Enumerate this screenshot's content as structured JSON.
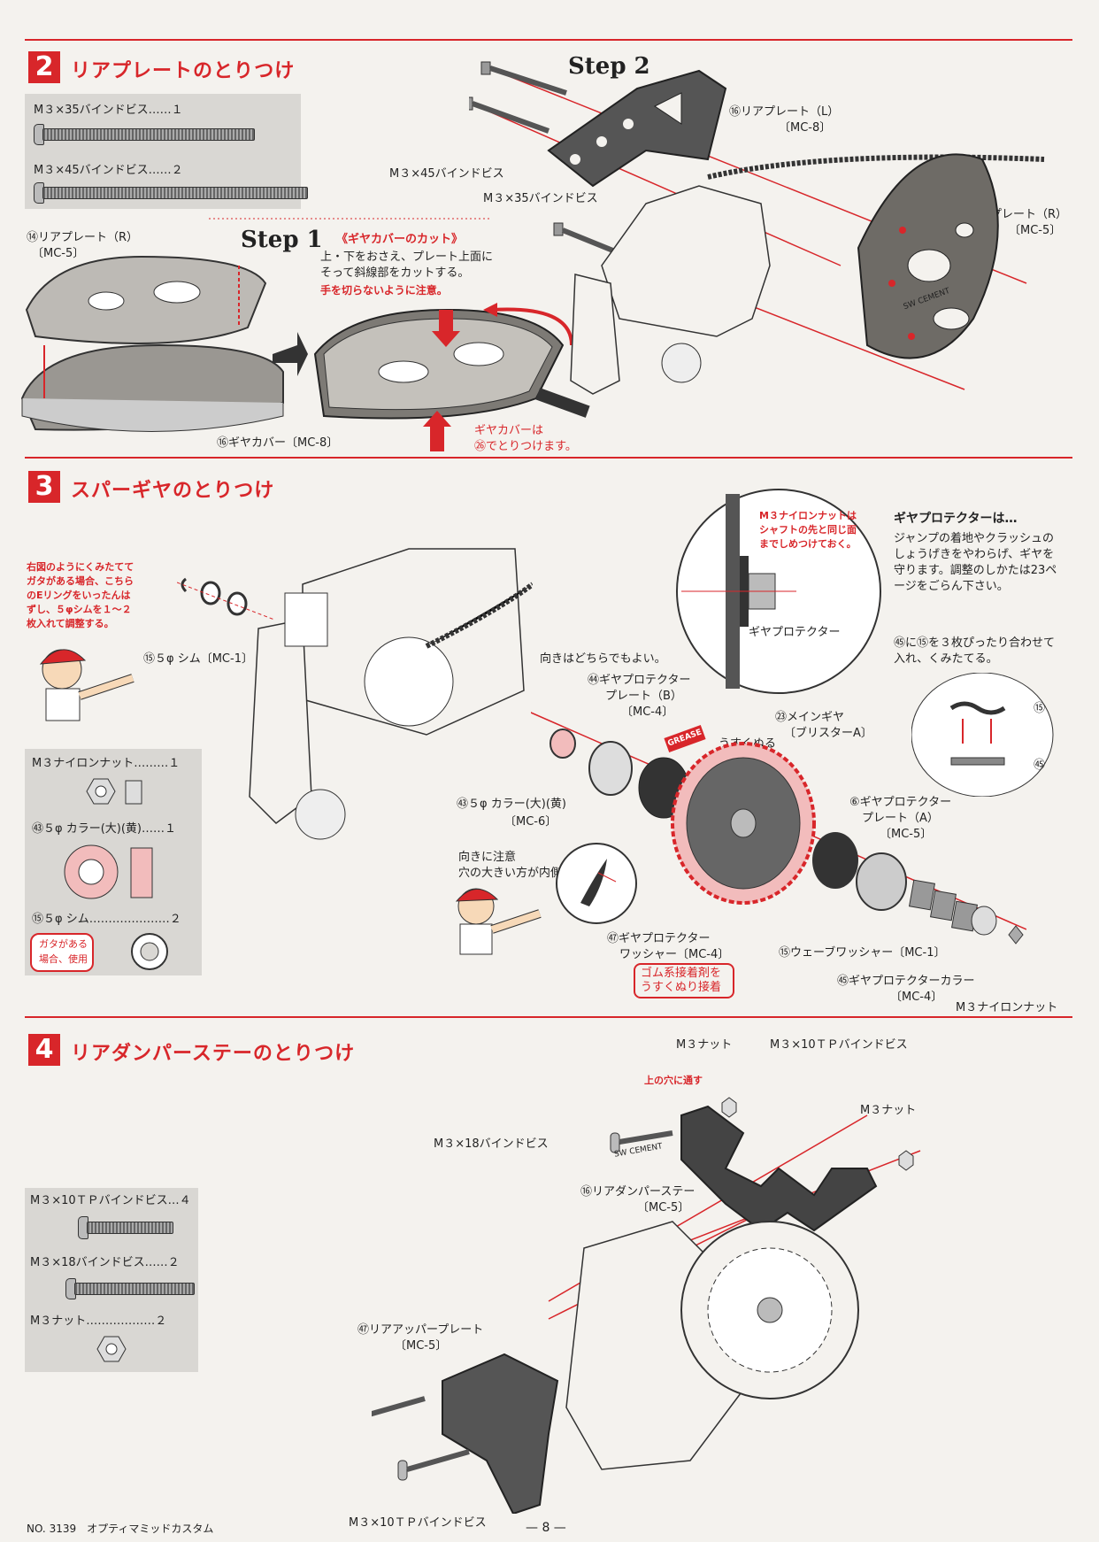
{
  "colors": {
    "accent": "#d8262a",
    "page_bg": "#f4f2ee",
    "box_bg": "#d9d7d3"
  },
  "sec2": {
    "num": "2",
    "title": "リアプレートのとりつけ",
    "parts": [
      {
        "label": "M３×35バインドビス……１"
      },
      {
        "label": "M３×45バインドビス……２"
      }
    ],
    "rear_plate_r": "⑭リアプレート（R）",
    "rear_plate_r_mc": "〔MC-5〕",
    "step1": "Step 1",
    "step1_head": "《ギヤカバーのカット》",
    "step1_text1": "上・下をおさえ、プレート上面に",
    "step1_text2": "そって斜線部をカットする。",
    "step1_warn": "手を切らないように注意。",
    "gear_cover": "⑯ギヤカバー〔MC-8〕",
    "gear_cover_note1": "ギヤカバーは",
    "gear_cover_note2": "㉖でとりつけます。",
    "step2": "Step 2",
    "m3x45": "M３×45バインドビス",
    "m3x35": "M３×35バインドビス",
    "rear_plate_l": "⑯リアプレート（L）",
    "rear_plate_l_mc": "〔MC-8〕",
    "rear_plate_r2": "⑭リアプレート（R）",
    "rear_plate_r2_mc": "〔MC-5〕",
    "sw_cement": "SW CEMENT"
  },
  "sec3": {
    "num": "3",
    "title": "スパーギヤのとりつけ",
    "note1": "右図のようにくみたてて",
    "note2": "ガタがある場合、こちら",
    "note3": "のEリングをいったんは",
    "note4": "ずし、５φシムを１〜２",
    "note5": "枚入れて調整する。",
    "shim_label": "⑮５φ シム〔MC-1〕",
    "parts": [
      {
        "label": "M３ナイロンナット………１"
      },
      {
        "label": "㊸５φ カラー(大)(黄)……１"
      },
      {
        "label": "⑮５φ シム…………………２"
      }
    ],
    "shim_note1": "ガタがある",
    "shim_note2": "場合、使用",
    "zoom_note1": "M３ナイロンナットは",
    "zoom_note2": "シャフトの先と同じ面",
    "zoom_note3": "までしめつけておく。",
    "zoom_label": "ギヤプロテクター",
    "protector_head": "ギヤプロテクターは…",
    "protector_text1": "ジャンプの着地やクラッシュの",
    "protector_text2": "しょうげきをやわらげ、ギヤを",
    "protector_text3": "守ります。調整のしかたは23ペ",
    "protector_text4": "ージをごらん下さい。",
    "assemble1": "㊺に⑮を３枚ぴったり合わせて",
    "assemble2": "入れ、くみたてる。",
    "either_dir": "向きはどちらでもよい。",
    "gp_plate_b": "㊹ギヤプロテクター",
    "gp_plate_b2": "プレート（B）",
    "gp_plate_b_mc": "〔MC-4〕",
    "main_gear": "㉓メインギヤ",
    "main_gear2": "〔ブリスターA〕",
    "grease": "GREASE",
    "grease_note": "うすくぬる",
    "collar": "㊸５φ カラー(大)(黄)",
    "collar_mc": "〔MC-6〕",
    "dir_note1": "向きに注意",
    "dir_note2": "穴の大きい方が内側",
    "gp_plate_a": "⑥ギヤプロテクター",
    "gp_plate_a2": "プレート（A）",
    "gp_plate_a_mc": "〔MC-5〕",
    "gp_washer": "㊼ギヤプロテクター",
    "gp_washer2": "ワッシャー〔MC-4〕",
    "glue1": "ゴム系接着剤を",
    "glue2": "うすくぬり接着",
    "wave_washer": "⑮ウェーブワッシャー〔MC-1〕",
    "gp_collar": "㊺ギヤプロテクターカラー",
    "gp_collar_mc": "〔MC-4〕",
    "nylon_nut": "M３ナイロンナット",
    "num153": "⑮",
    "num45": "㊺"
  },
  "sec4": {
    "num": "4",
    "title": "リアダンパーステーのとりつけ",
    "parts": [
      {
        "label": "M３×10ＴＰバインドビス…４"
      },
      {
        "label": "M３×18バインドビス……２"
      },
      {
        "label": "M３ナット………………２"
      }
    ],
    "m3nut_a": "M３ナット",
    "m3x10tp_a": "M３×10ＴＰバインドビス",
    "m3nut_b": "M３ナット",
    "upper_hole": "上の穴に通す",
    "m3x18": "M３×18バインドビス",
    "damper_stay": "⑯リアダンパーステー",
    "damper_stay_mc": "〔MC-5〕",
    "upper_plate": "㊼リアアッパープレート",
    "upper_plate_mc": "〔MC-5〕",
    "m3x10tp_b": "M３×10ＴＰバインドビス",
    "sw_cement": "SW CEMENT"
  },
  "footer": {
    "left": "NO. 3139　オプティマミッドカスタム",
    "page": "— 8 —"
  }
}
